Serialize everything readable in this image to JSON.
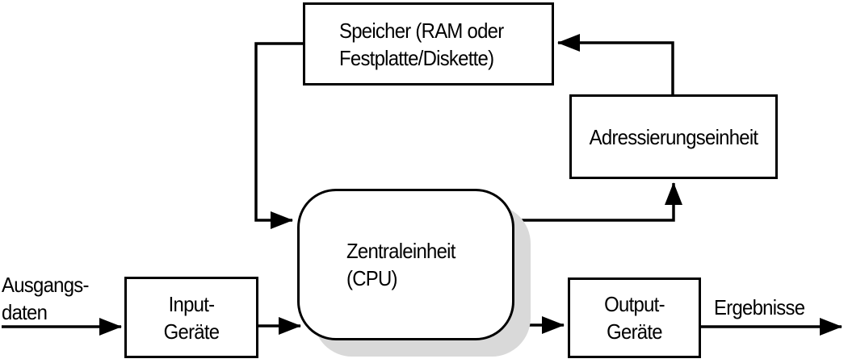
{
  "diagram": {
    "nodes": {
      "speicher": {
        "label_line1": "Speicher (RAM oder",
        "label_line2": "Festplatte/Diskette)"
      },
      "adressierung": {
        "label": "Adressierungseinheit"
      },
      "cpu": {
        "label_line1": "Zentraleinheit",
        "label_line2": "(CPU)"
      },
      "input": {
        "label_line1": "Input-",
        "label_line2": "Geräte"
      },
      "output": {
        "label_line1": "Output-",
        "label_line2": "Geräte"
      }
    },
    "edge_labels": {
      "source_line1": "Ausgangs-",
      "source_line2": "daten",
      "result": "Ergebnisse"
    },
    "colors": {
      "line": "#000000",
      "shadow": "#d9d9d9",
      "background": "#ffffff",
      "box_fill": "#ffffff"
    }
  }
}
